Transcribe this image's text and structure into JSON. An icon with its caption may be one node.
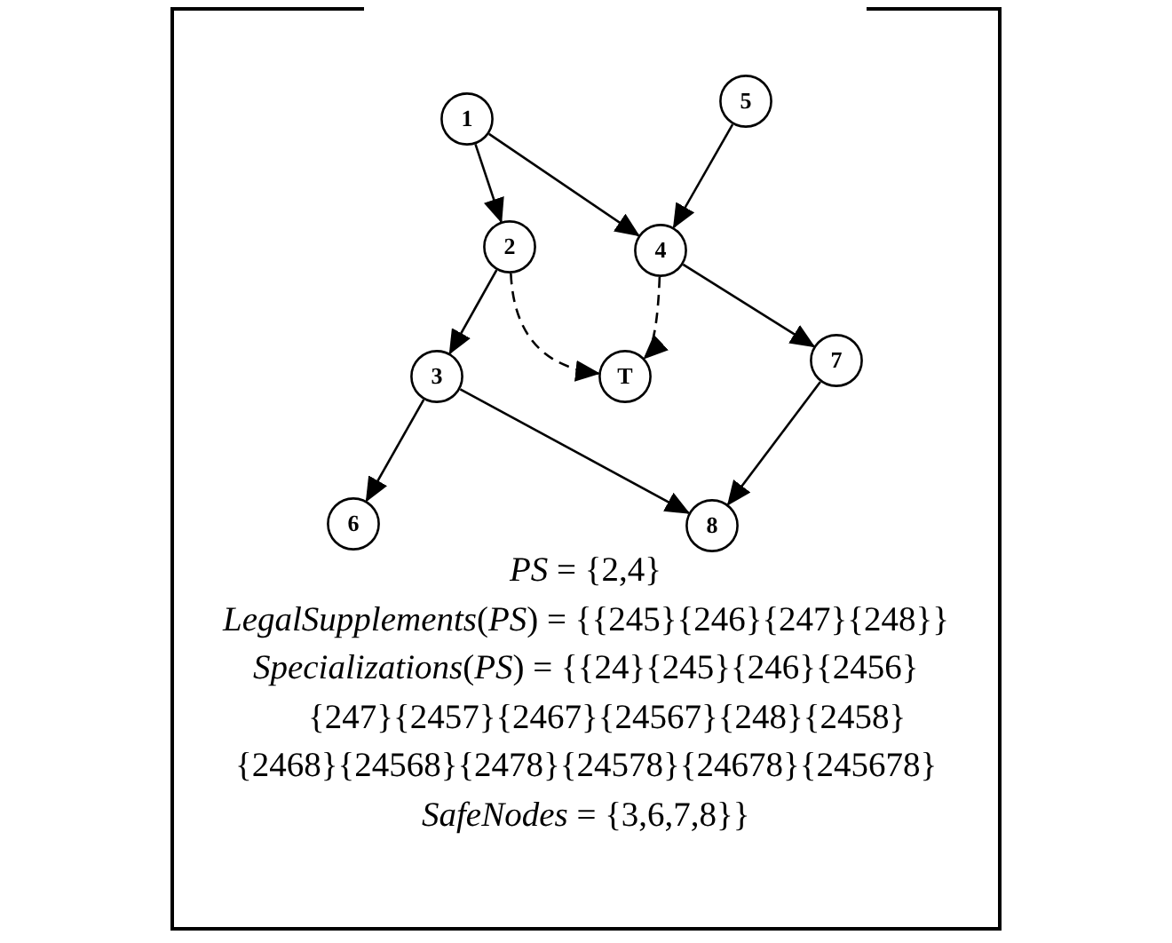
{
  "diagram": {
    "nodes": [
      {
        "text": [
          "1"
        ]
      },
      {
        "text": [
          "5"
        ]
      },
      {
        "text": [
          "2"
        ]
      },
      {
        "text": [
          "4"
        ]
      },
      {
        "text": [
          "3"
        ]
      },
      {
        "text": [
          "T"
        ]
      },
      {
        "text": [
          "7"
        ]
      },
      {
        "text": [
          "6"
        ]
      },
      {
        "text": [
          "8"
        ]
      }
    ],
    "edges": [
      {
        "from": 0,
        "to": 2,
        "arrow": "to"
      },
      {
        "from": 0,
        "to": 3,
        "arrow": "to"
      },
      {
        "from": 1,
        "to": 3,
        "arrow": "to"
      },
      {
        "from": 2,
        "to": 4,
        "arrow": "to"
      },
      {
        "from": 2,
        "to": 5,
        "arrow": "to",
        "style": "dashed"
      },
      {
        "from": 3,
        "to": 5,
        "arrow": "to",
        "style": "dashed"
      },
      {
        "from": 3,
        "to": 6,
        "arrow": "to"
      },
      {
        "from": 4,
        "to": 7,
        "arrow": "to"
      },
      {
        "from": 4,
        "to": 8,
        "arrow": "to"
      },
      {
        "from": 6,
        "to": 8,
        "arrow": "to"
      }
    ],
    "labels": [
      "*PS* = {2,4}",
      "*LegalSupplements*(*PS*) = {{245}{246}{247}{248}}",
      "*Specializations*(*PS*) = {{24}{245}{246}{2456}",
      "{247}{2457}{2467}{24567}{248}{2458}",
      "{2468}{24568}{2478}{24578}{24678}{245678}",
      "*SafeNodes* = {3,6,7,8}}"
    ]
  }
}
